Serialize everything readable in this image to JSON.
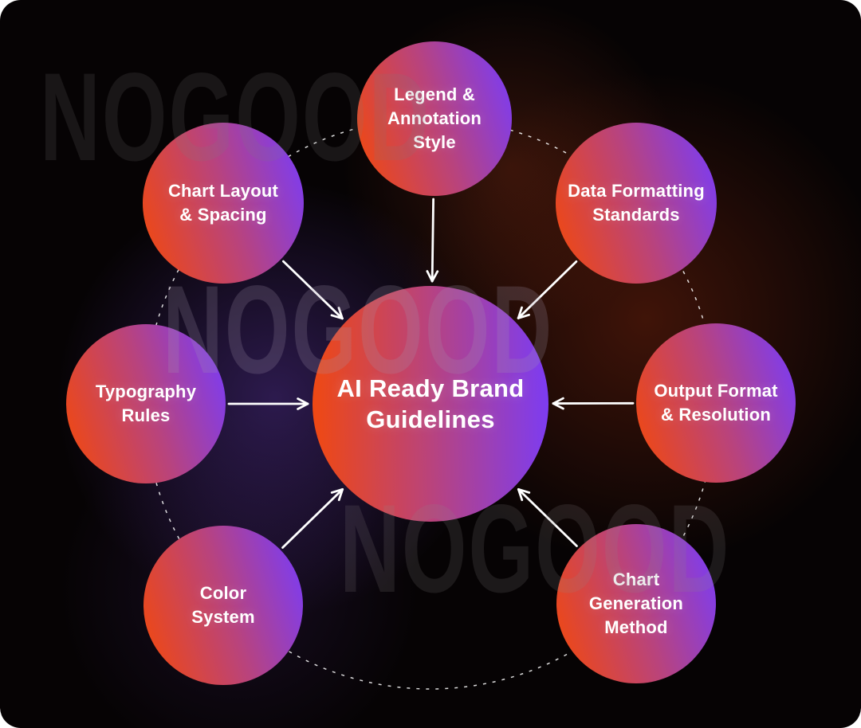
{
  "title": "AI Ready Brand Guidelines diagram",
  "watermark": {
    "text": "NOGOOD"
  },
  "colors": {
    "gradient_start": "#ef4813",
    "gradient_mid": "#b8437e",
    "gradient_end": "#7d3cf1",
    "arrow": "#ffffff",
    "ring": "rgba(255,255,255,0.85)",
    "background": "#060304",
    "text": "#ffffff"
  },
  "nodes": [
    {
      "id": "center",
      "label": "AI Ready Brand Guidelines",
      "lines": [
        "AI Ready Brand",
        "Guidelines"
      ]
    },
    {
      "id": "legend-annotation-style",
      "label": "Legend & Annotation Style",
      "lines": [
        "Legend &",
        "Annotation",
        "Style"
      ]
    },
    {
      "id": "data-formatting-standards",
      "label": "Data Formatting Standards",
      "lines": [
        "Data Formatting",
        "Standards"
      ]
    },
    {
      "id": "output-format-resolution",
      "label": "Output Format & Resolution",
      "lines": [
        "Output Format",
        "& Resolution"
      ]
    },
    {
      "id": "chart-generation-method",
      "label": "Chart Generation Method",
      "lines": [
        "Chart",
        "Generation",
        "Method"
      ]
    },
    {
      "id": "color-system",
      "label": "Color System",
      "lines": [
        "Color",
        "System"
      ]
    },
    {
      "id": "typography-rules",
      "label": "Typography Rules",
      "lines": [
        "Typography",
        "Rules"
      ]
    },
    {
      "id": "chart-layout-spacing",
      "label": "Chart Layout & Spacing",
      "lines": [
        "Chart Layout",
        "& Spacing"
      ]
    }
  ]
}
